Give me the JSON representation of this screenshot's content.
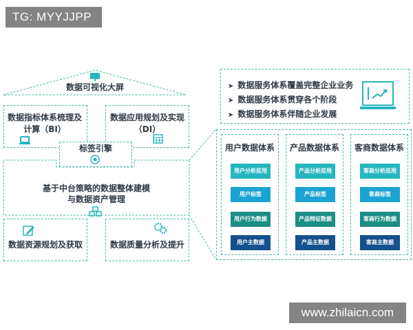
{
  "overlay": {
    "tg_label": "TG: MYYJJPP",
    "watermark": "www.zhilaicn.com"
  },
  "diagram": {
    "roof_title": "数据可视化大屏",
    "box_bi": "数据指标体系梳理及计算（BI）",
    "box_di": "数据应用规划及实现（DI）",
    "tag_engine": "标签引擎",
    "center_line1": "基于中台策略的数据整体建模",
    "center_line2": "与数据资产管理",
    "box_resource": "数据资源规划及获取",
    "box_quality": "数据质量分析及提升"
  },
  "features": [
    "数据服务体系覆盖完整企业业务",
    "数据服务体系贯穿各个阶段",
    "数据服务体系伴随企业发展"
  ],
  "systems": [
    {
      "title": "用户数据体系",
      "items": [
        "用户分析应用",
        "用户标签",
        "用户行为数据",
        "用户主数据"
      ]
    },
    {
      "title": "产品数据体系",
      "items": [
        "产品分析应用",
        "产品标签",
        "产品特征数据",
        "产品主数据"
      ]
    },
    {
      "title": "客商数据体系",
      "items": [
        "客商分析应用",
        "客商标签",
        "客商行为数据",
        "客商主数据"
      ]
    }
  ],
  "colors": {
    "accent": "#45b8aa",
    "chip1": "#27b6bf",
    "chip2": "#1ba3d4",
    "chip3": "#1b8e84",
    "chip4": "#14518e"
  },
  "icons": [
    "monitor-icon",
    "laptop-icon",
    "grid-icon",
    "target-icon",
    "cubes-icon",
    "edit-icon",
    "gears-icon",
    "chart-screen-icon"
  ]
}
